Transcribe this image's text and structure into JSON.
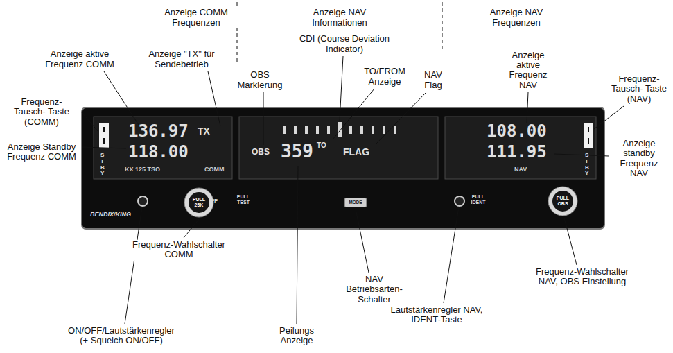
{
  "diagram": {
    "nodes": [
      {
        "text": [
          "OFF",
          "PULL TEST",
          "BENDIX/KING",
          "PULL IDENT"
        ]
      },
      {
        "text": [
          "136.97",
          "TX",
          "118.00",
          "STBY",
          "KX 125 TSO",
          "COMM"
        ],
        "in": 0
      },
      {
        "text": [
          "OBS",
          "359",
          "TO",
          "FLAG"
        ],
        "in": 0
      },
      {
        "text": [
          "108.00",
          "111.95",
          "STBY",
          "NAV"
        ],
        "in": 0
      },
      {
        "text": [
          "PULL 25K"
        ],
        "in": 0
      },
      {
        "text": [
          "MODE"
        ],
        "in": 0
      },
      {
        "text": [
          "PULL OBS"
        ],
        "in": 0
      }
    ],
    "labels": [
      "Anzeige COMM Frequenzen",
      "Anzeige NAV Informationen",
      "Anzeige NAV Frequenzen",
      "Anzeige aktive Frequenz COMM",
      "Anzeige \"TX\" für Sendebetrieb",
      "CDI (Course Deviation Indicator)",
      "OBS Markierung",
      "TO/FROM Anzeige",
      "NAV Flag",
      "Anzeige aktive Frequenz NAV",
      "Frequenz-Tausch- Taste (COMM)",
      "Frequenz-Tausch- Taste (NAV)",
      "Anzeige Standby Frequenz COMM",
      "Anzeige standby Frequenz NAV",
      "Frequenz-Wahlschalter COMM",
      "ON/OFF/Lautstärkenregler (+ Squelch ON/OFF)",
      "Peilungs Anzeige",
      "NAV Betriebsarten- Schalter",
      "Lautstärkenregler NAV, IDENT-Taste",
      "Frequenz-Wahlschalter NAV, OBS Einstellung"
    ]
  }
}
